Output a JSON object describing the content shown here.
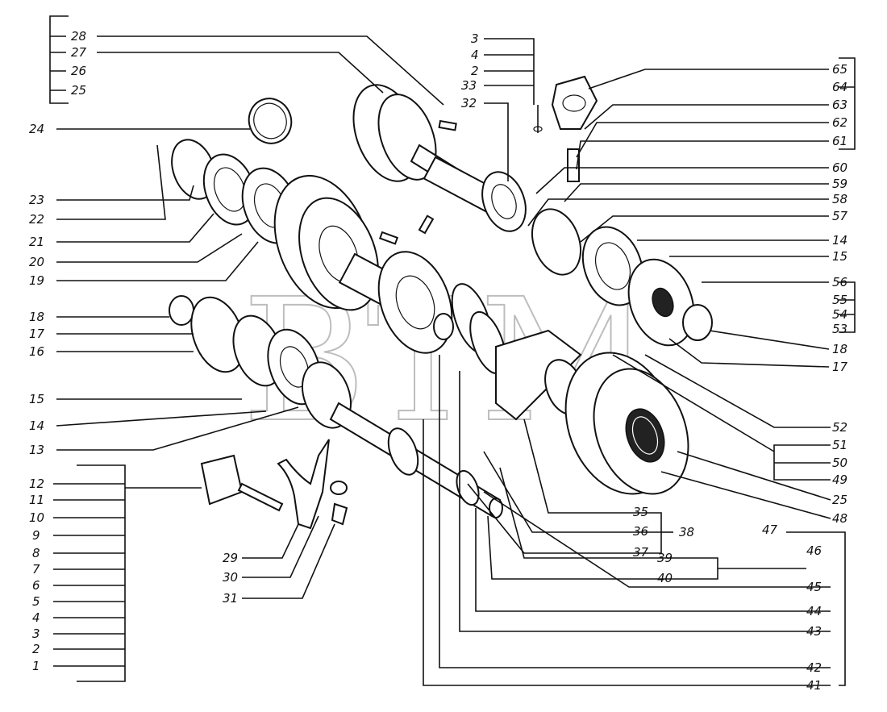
{
  "watermark": "ВТМ",
  "labels_left_top": [
    "28",
    "27",
    "26",
    "25",
    "24",
    "23",
    "22",
    "21",
    "20",
    "19"
  ],
  "labels_left_mid": [
    "18",
    "17",
    "16",
    "15",
    "14",
    "13"
  ],
  "labels_left_bottom": [
    "12",
    "11",
    "10",
    "9",
    "8",
    "7",
    "6",
    "5",
    "4",
    "3",
    "2",
    "1"
  ],
  "labels_fork": [
    "29",
    "30",
    "31"
  ],
  "labels_top_center": [
    "3",
    "4",
    "2",
    "33",
    "32"
  ],
  "labels_right_top": [
    "65",
    "64",
    "63",
    "62",
    "61",
    "60",
    "59",
    "58",
    "57",
    "14",
    "15",
    "56",
    "55",
    "54",
    "53",
    "18",
    "17"
  ],
  "labels_right_mid": [
    "52",
    "51",
    "50",
    "49",
    "25",
    "48",
    "47"
  ],
  "labels_bottom_center": [
    "35",
    "36",
    "37",
    "38",
    "39",
    "40"
  ],
  "labels_right_bottom": [
    "46",
    "45",
    "44",
    "43",
    "42",
    "41"
  ]
}
